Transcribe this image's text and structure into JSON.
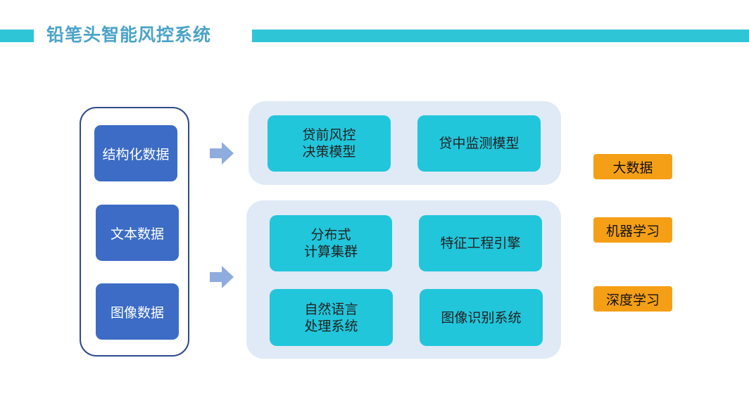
{
  "title": "铅笔头智能风控系统",
  "data_sources": [
    {
      "label": "结构化数据"
    },
    {
      "label": "文本数据"
    },
    {
      "label": "图像数据"
    }
  ],
  "models_panel": {
    "modules": [
      {
        "line1": "贷前风控",
        "line2": "决策模型"
      },
      {
        "line1": "贷中监测模型",
        "line2": ""
      }
    ]
  },
  "engine_panel": {
    "modules": [
      {
        "line1": "分布式",
        "line2": "计算集群"
      },
      {
        "line1": "特征工程引擎",
        "line2": ""
      },
      {
        "line1": "自然语言",
        "line2": "处理系统"
      },
      {
        "line1": "图像识别系统",
        "line2": ""
      }
    ]
  },
  "tags": [
    {
      "label": "大数据"
    },
    {
      "label": "机器学习"
    },
    {
      "label": "深度学习"
    }
  ],
  "colors": {
    "header_bar": "#2EC5D6",
    "title_text": "#4BA3C9",
    "data_box": "#3C6CC5",
    "data_group_border": "#2F4B8A",
    "panel_bg": "#DFEAF6",
    "module_bg": "#21C6DB",
    "tag_bg": "#F59F16",
    "arrow": "#8EACDD"
  },
  "icons": {
    "arrow": "right-arrow-icon"
  }
}
